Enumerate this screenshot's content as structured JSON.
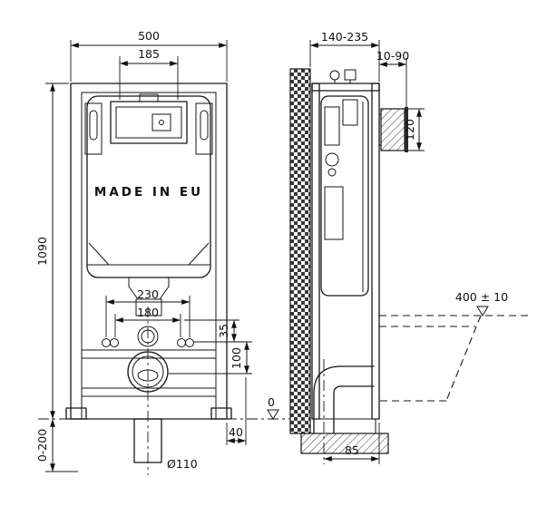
{
  "drawing": {
    "made_in": "MADE IN EU",
    "front": {
      "width": "500",
      "flush_unit_width": "185",
      "height": "1090",
      "leg_range": "0-200",
      "bolt_spacing_outer": "230",
      "bolt_spacing_inner": "180",
      "dim_35": "35",
      "dim_100": "100",
      "dim_40": "40",
      "drain_diameter": "Ø110"
    },
    "side": {
      "depth_range": "140-235",
      "plate_depth_range": "10-90",
      "plate_height": "120",
      "seat_height": "400 ± 10",
      "floor_level": "0",
      "drain_offset": "85"
    }
  }
}
